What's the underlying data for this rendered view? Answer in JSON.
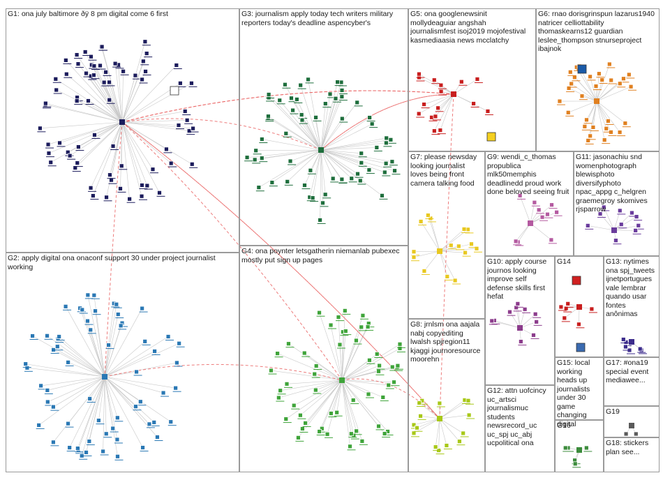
{
  "groups": [
    {
      "id": "G1",
      "label": "G1: ona july baltimore ðÿ 8 pm digital come 6 first",
      "color": "#1c1c5c"
    },
    {
      "id": "G2",
      "label": "G2: apply digital ona onaconf support 30 under project journalist working",
      "color": "#2a78b4"
    },
    {
      "id": "G3",
      "label": "G3: journalism apply today tech writers military reporters today's deadline aspencyber's",
      "color": "#1e6e3c"
    },
    {
      "id": "G4",
      "label": "G4: ona poynter letsgatherin niemanlab pubexec mostly put sign up pages",
      "color": "#3fa43a"
    },
    {
      "id": "G5",
      "label": "G5: ona googlenewsinit mollydeaguiar angshah journalismfest isoj2019 mojofestival kasmediaasia news mcclatchy",
      "color": "#c81e1e"
    },
    {
      "id": "G6",
      "label": "G6: rnao dorisgrinspun lazarus1940 natricer celliottability thomaskearns12 guardian leslee_thompson stnurseproject ibajnok",
      "color": "#e08020"
    },
    {
      "id": "G7",
      "label": "G7: please newsday looking journalist loves being front camera talking food",
      "color": "#e8c820"
    },
    {
      "id": "G8",
      "label": "G8: jrnlsm ona aajala nabj copyediting lwalsh spjregion11 kjaggi journoresource moorehn",
      "color": "#a8c818"
    },
    {
      "id": "G9",
      "label": "G9: wendi_c_thomas propublica mlk50memphis deadlinedd proud work done beloved seeing fruit",
      "color": "#b45aa0"
    },
    {
      "id": "G10",
      "label": "G10: apply course journos looking improve self defense skills first hefat",
      "color": "#8c3c8c"
    },
    {
      "id": "G11",
      "label": "G11: jasonachiu snd womenphotograph blewisphoto diversifyphoto npac_appg c_helgren graemegroy skomives rjsparrow",
      "color": "#6a3c9c"
    },
    {
      "id": "G12",
      "label": "G12: attn uofcincy uc_artsci journalismuc students newsrecord_uc uc_spj uc_abj ucpolitical ona",
      "color": "#5a2c7c"
    },
    {
      "id": "G13",
      "label": "G13: nytimes ona spj_tweets ijnetportugues vale lembrar quando usar fontes anônimas",
      "color": "#3c2c8c"
    },
    {
      "id": "G14",
      "label": "G14",
      "color": "#c81e1e"
    },
    {
      "id": "G15",
      "label": "G15: local working heads up journalists under 30 game changing digital",
      "color": "#2c8c5c"
    },
    {
      "id": "G16",
      "label": "G16",
      "color": "#3c8c3c"
    },
    {
      "id": "G17",
      "label": "G17: #ona19 special event mediawee...",
      "color": "#1c1c5c"
    },
    {
      "id": "G18",
      "label": "G18: stickers plan see...",
      "color": "#5a5a5a"
    },
    {
      "id": "G19",
      "label": "G19",
      "color": "#5a5a5a"
    }
  ],
  "colors": {
    "edge": "#c8c8c8",
    "cross_edge": "#e85a5a",
    "border": "#9a9a9a"
  },
  "icons": [
    "ap-logo-icon",
    "logo-icon",
    "avatar-icon"
  ]
}
